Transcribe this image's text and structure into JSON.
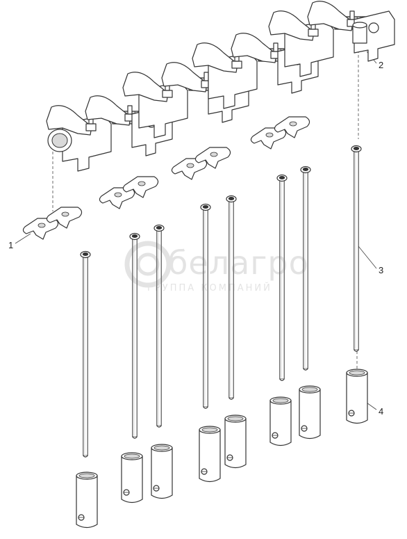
{
  "callouts": [
    {
      "num": "1",
      "part": "rocker-shaft-support"
    },
    {
      "num": "2",
      "part": "rocker-arm-assembly"
    },
    {
      "num": "3",
      "part": "push-rod"
    },
    {
      "num": "4",
      "part": "tappet"
    }
  ],
  "watermark": {
    "name": "белагро",
    "sub": "ГРУППА КОМПАНИЙ"
  },
  "colors": {
    "line": "#333333",
    "fill": "#ffffff",
    "shade": "#d9d9d9",
    "watermark": "#777777"
  }
}
